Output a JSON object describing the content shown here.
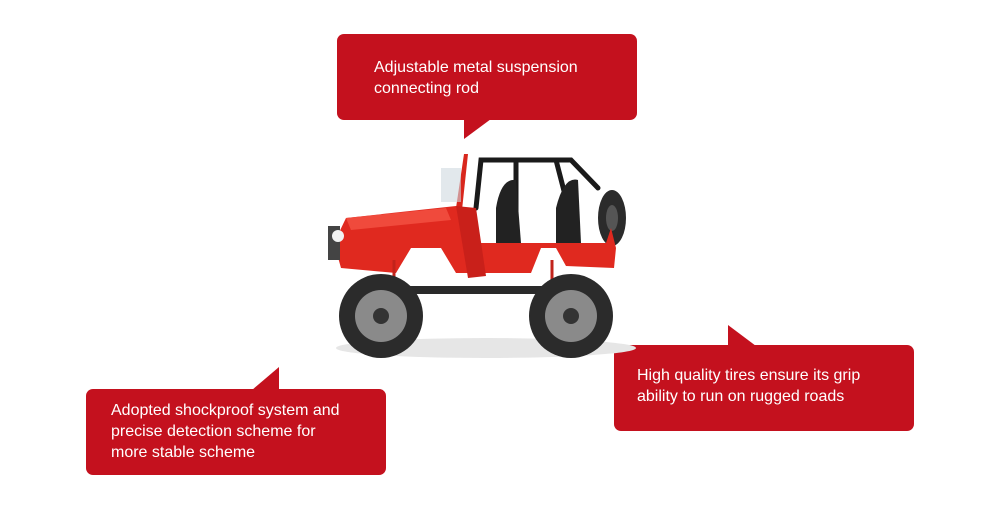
{
  "callouts": {
    "top": "Adjustable metal suspension\nconnecting rod",
    "left": "Adopted shockproof system and\nprecise detection scheme for\nmore stable scheme",
    "right": "High quality tires ensure its grip\nability to run on rugged roads"
  },
  "colors": {
    "callout_bg": "#c4111e",
    "car_body": "#e0291f",
    "tire": "#2b2b2b"
  },
  "image": {
    "subject": "red-rc-off-road-jeep"
  }
}
